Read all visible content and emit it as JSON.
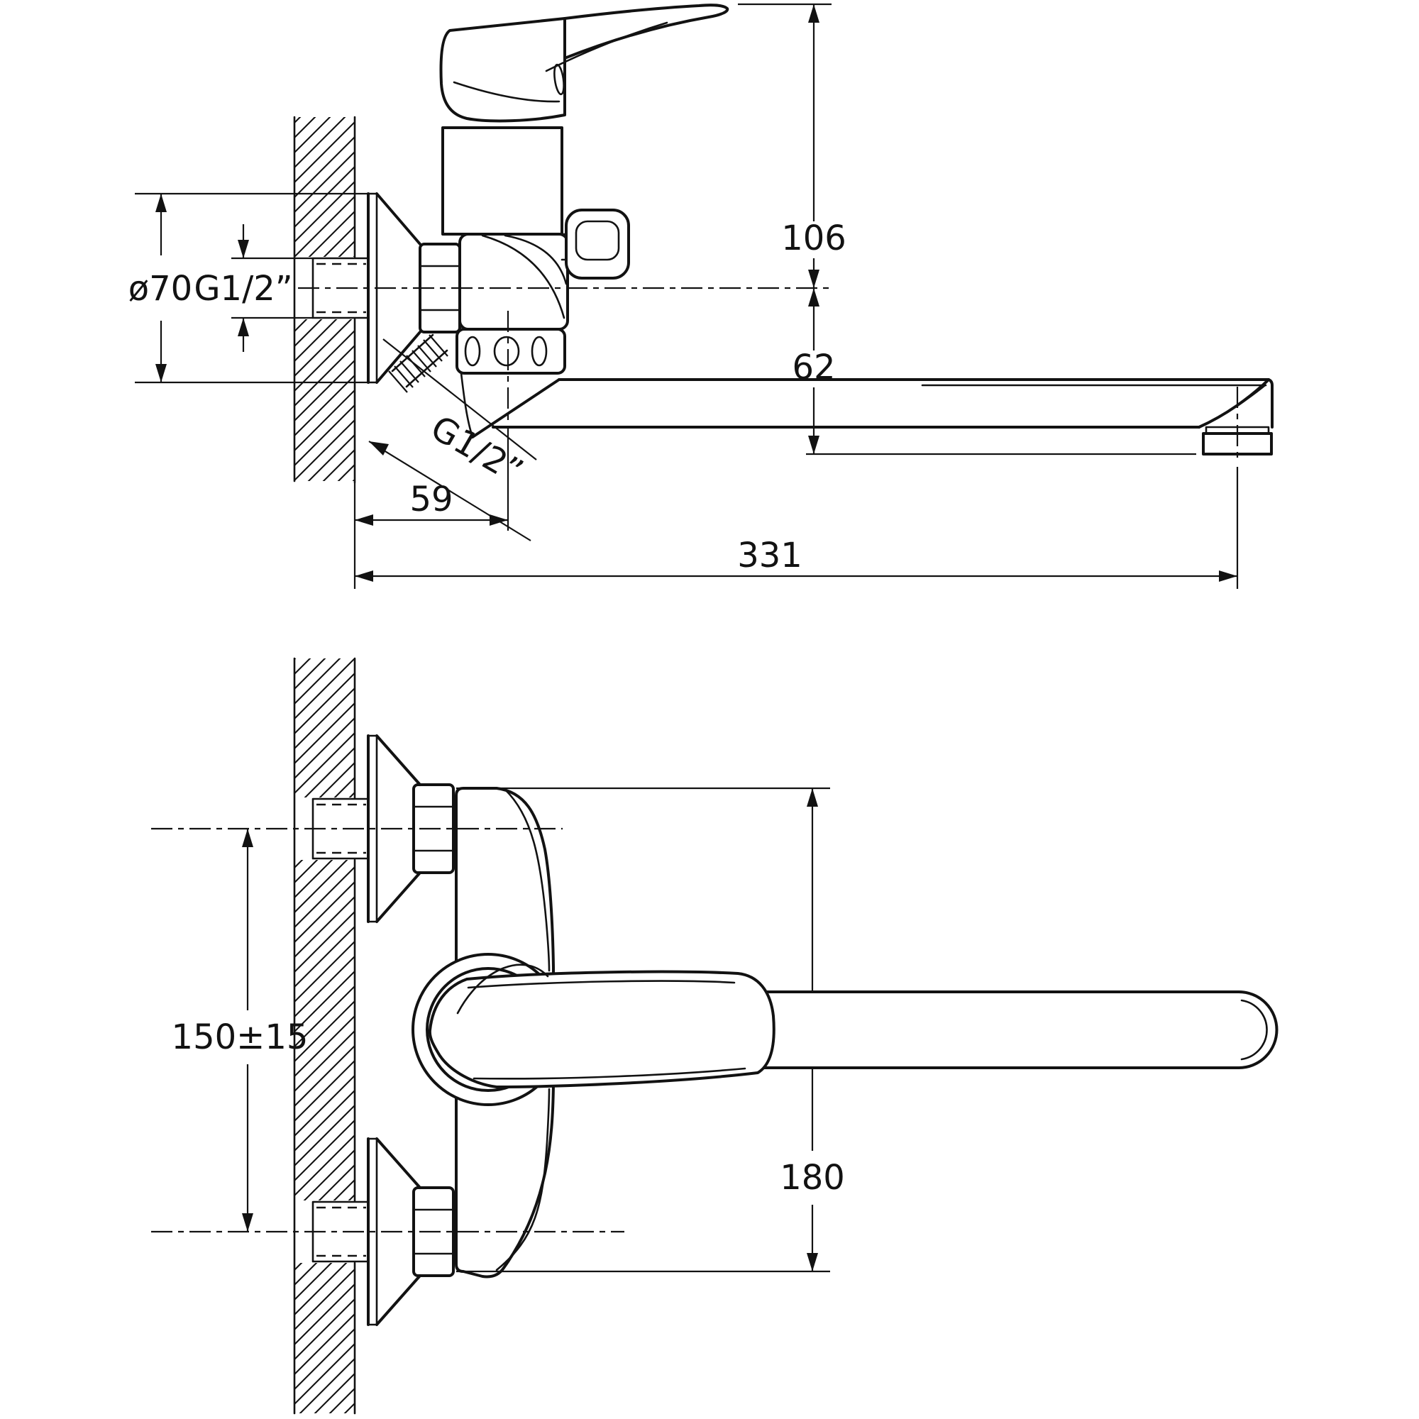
{
  "drawing": {
    "type": "technical-orthographic-drawing",
    "subject": "wall-mounted bath mixer with long swivel spout",
    "background_color": "#ffffff",
    "line_color": "#121212",
    "views": {
      "side": {
        "dimensions": {
          "handle_top_to_axis": "106",
          "axis_to_spout_outlet": "62",
          "escutcheon_diameter": "ø70",
          "wall_inlet_thread": "G1/2”",
          "shower_outlet_thread": "G1/2”",
          "wall_to_spout_pivot": "59",
          "wall_to_spout_tip": "331"
        }
      },
      "front": {
        "dimensions": {
          "inlet_spacing": "150±15",
          "body_height": "180"
        }
      }
    }
  }
}
